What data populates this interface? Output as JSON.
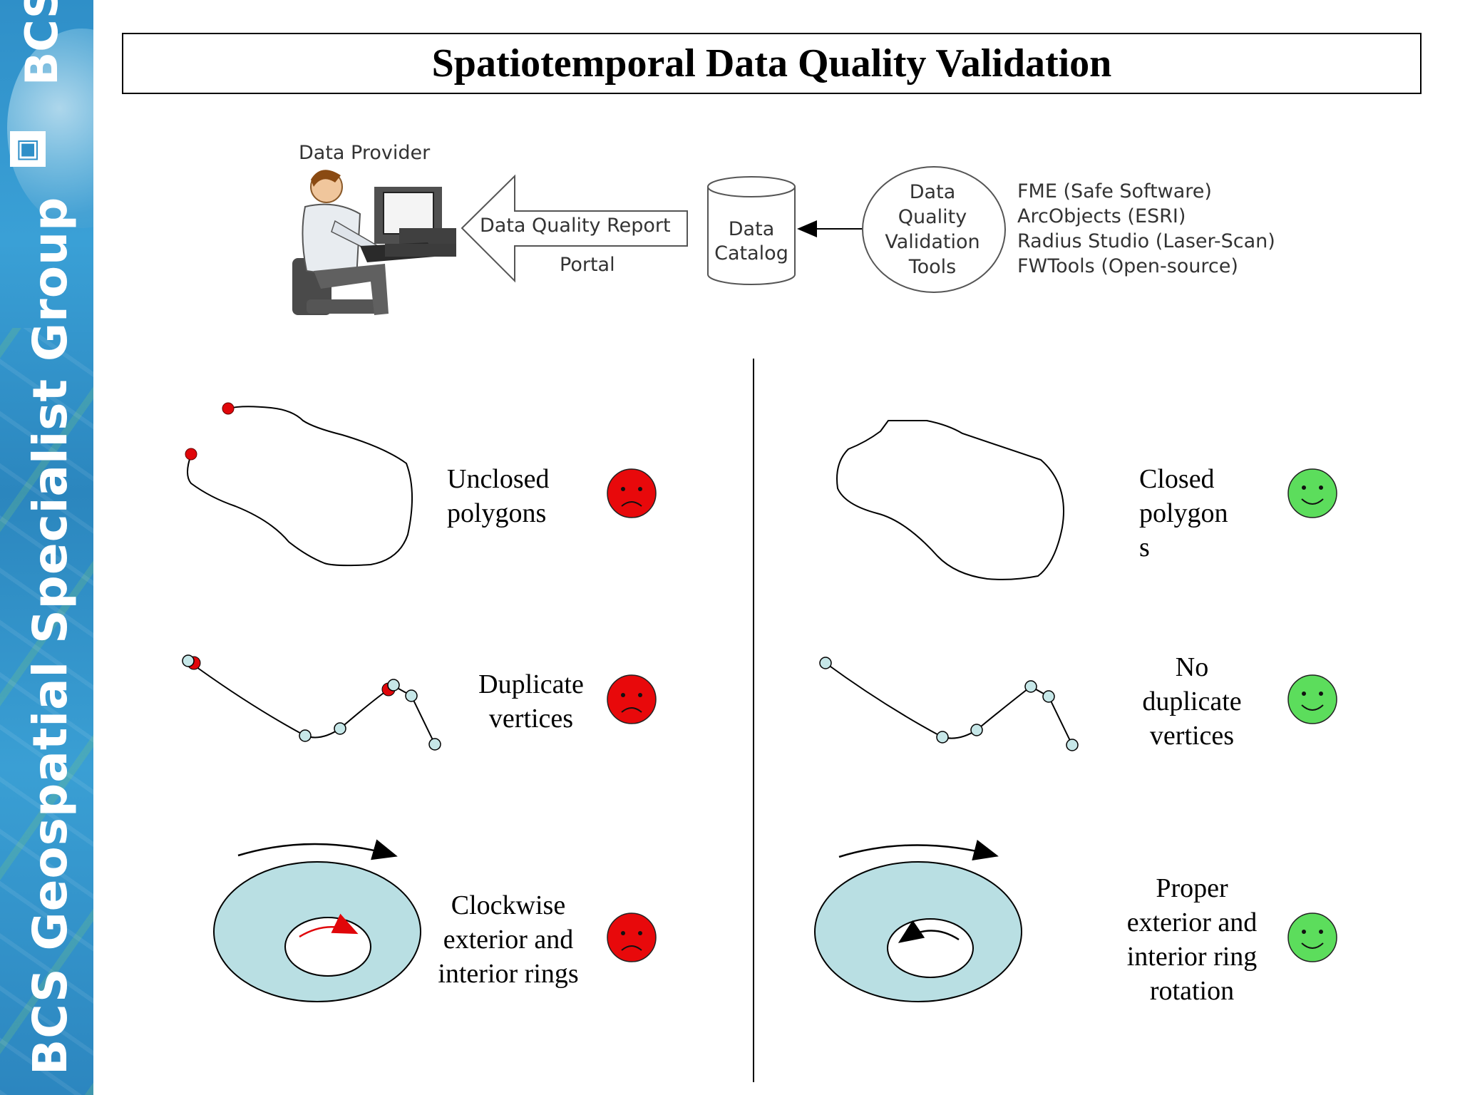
{
  "sidebar": {
    "logo_text": "BCS",
    "brand_text": "BCS Geospatial Specialist Group"
  },
  "slide": {
    "title": "Spatiotemporal Data Quality Validation"
  },
  "workflow": {
    "provider_label": "Data Provider",
    "arrow_label_top": "Data Quality Report",
    "arrow_label_bottom": "Portal",
    "catalog_line1": "Data",
    "catalog_line2": "Catalog",
    "tools_line1": "Data",
    "tools_line2": "Quality",
    "tools_line3": "Validation",
    "tools_line4": "Tools",
    "tool_list": [
      "FME (Safe Software)",
      "ArcObjects (ESRI)",
      "Radius Studio (Laser-Scan)",
      "FWTools (Open-source)"
    ]
  },
  "bad": {
    "row1_line1": "Unclosed",
    "row1_line2": "polygons",
    "row2_line1": "Duplicate",
    "row2_line2": "vertices",
    "row3_line1": "Clockwise",
    "row3_line2": "exterior and",
    "row3_line3": "interior rings",
    "face_icon": "sad-face-icon",
    "face_color": "#e8090b"
  },
  "good": {
    "row1_line1": "Closed",
    "row1_line2": "polygon",
    "row1_line3": "s",
    "row2_line1": "No",
    "row2_line2": "duplicate",
    "row2_line3": "vertices",
    "row3_line1": "Proper",
    "row3_line2": "exterior and",
    "row3_line3": "interior ring",
    "row3_line4": "rotation",
    "face_icon": "happy-face-icon",
    "face_color": "#5cdd5c"
  },
  "colors": {
    "ring_fill": "#b9dfe3",
    "vertex_fill": "#c6e7e8",
    "error_dot": "#e0060a"
  }
}
